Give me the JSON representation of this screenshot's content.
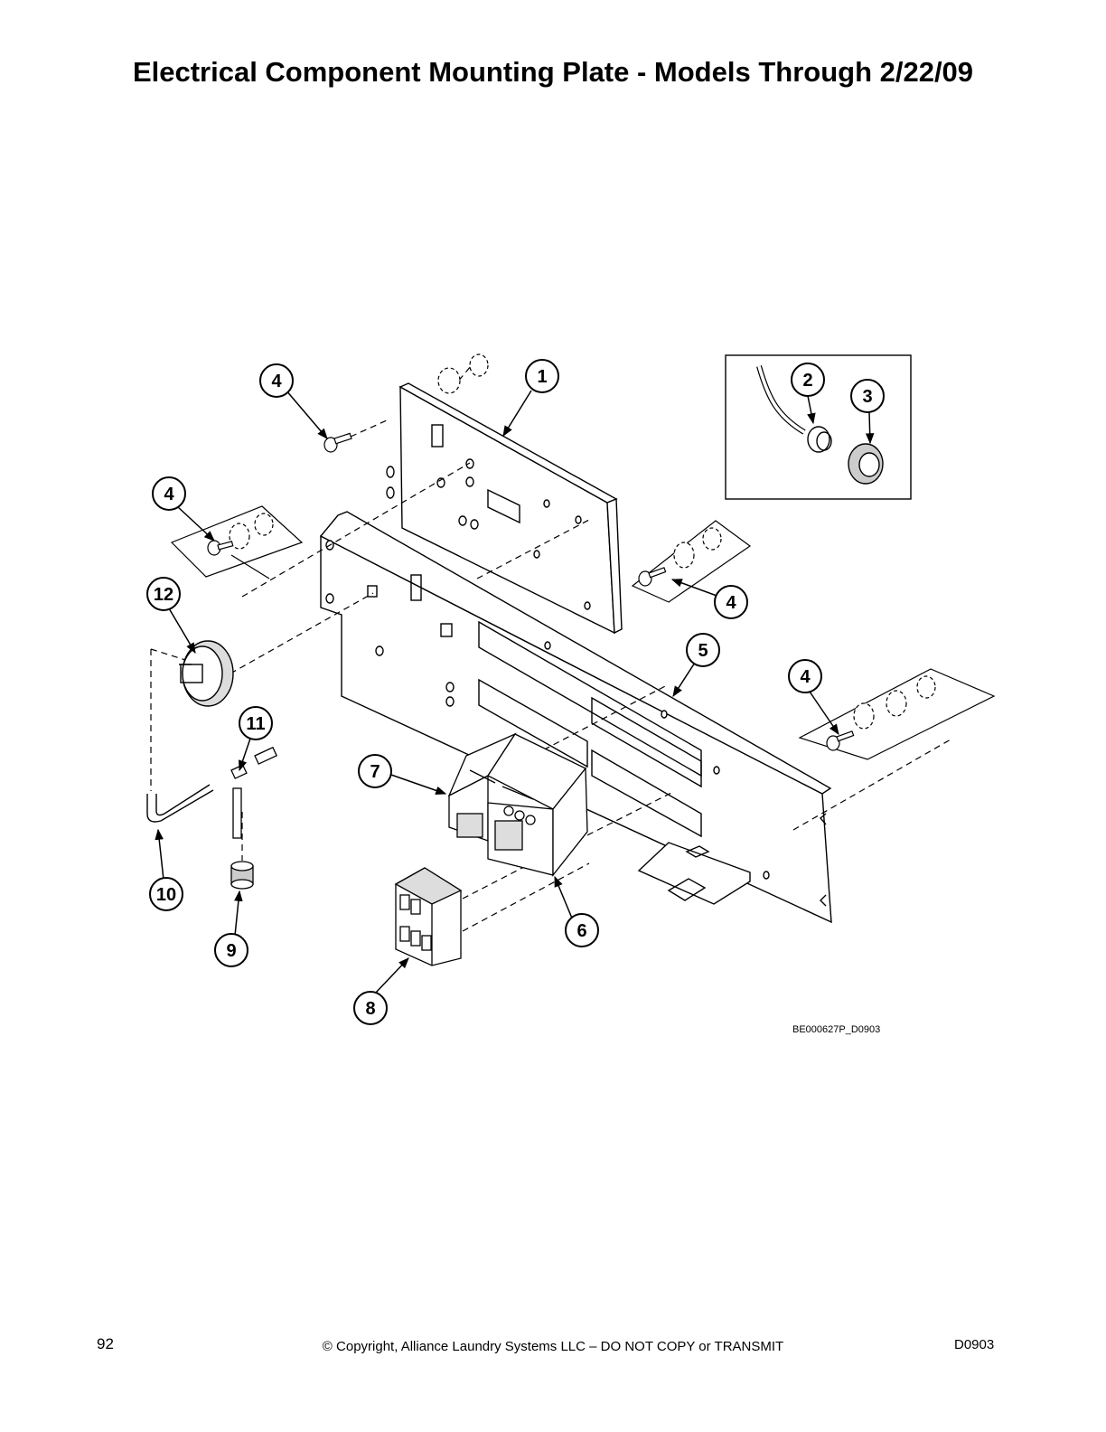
{
  "page": {
    "title": "Electrical Component Mounting Plate - Models Through 2/22/09",
    "drawing_id": "BE000627P_D0903",
    "page_number": "92",
    "copyright": "© Copyright, Alliance Laundry Systems LLC – DO NOT COPY or TRANSMIT",
    "doc_code": "D0903"
  },
  "callouts": [
    {
      "id": "c1",
      "label": "1"
    },
    {
      "id": "c2",
      "label": "2"
    },
    {
      "id": "c3",
      "label": "3"
    },
    {
      "id": "c4a",
      "label": "4"
    },
    {
      "id": "c4b",
      "label": "4"
    },
    {
      "id": "c4c",
      "label": "4"
    },
    {
      "id": "c4d",
      "label": "4"
    },
    {
      "id": "c5",
      "label": "5"
    },
    {
      "id": "c6",
      "label": "6"
    },
    {
      "id": "c7",
      "label": "7"
    },
    {
      "id": "c8",
      "label": "8"
    },
    {
      "id": "c9",
      "label": "9"
    },
    {
      "id": "c10",
      "label": "10"
    },
    {
      "id": "c11",
      "label": "11"
    },
    {
      "id": "c12",
      "label": "12"
    }
  ]
}
